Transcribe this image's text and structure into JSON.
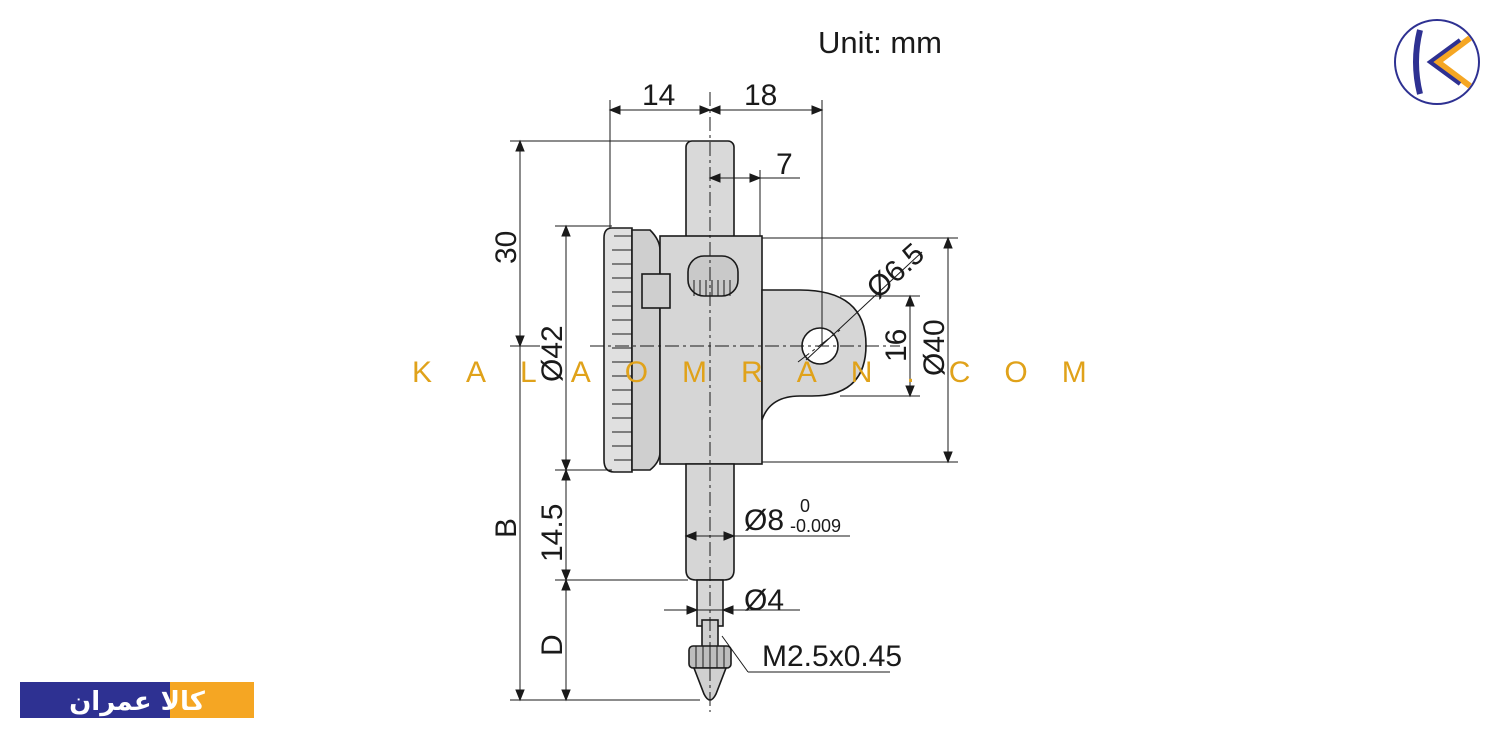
{
  "unit_label": "Unit: mm",
  "dimensions": {
    "top_left_width": "14",
    "top_right_width": "18",
    "stem_offset": "7",
    "total_height_top": "30",
    "dial_diameter": "Ø42",
    "lug_hole_diameter": "Ø6.5",
    "lug_offset": "16",
    "back_diameter": "Ø40",
    "stem_length": "14.5",
    "stem_diameter": "Ø8",
    "stem_tol_upper": "0",
    "stem_tol_lower": "-0.009",
    "spindle_diameter": "Ø4",
    "thread": "M2.5x0.45",
    "label_b": "B",
    "label_d": "D"
  },
  "watermark": "KALAOMRAN.COM",
  "brand": {
    "logo_text": "کالا عمران",
    "accent_color": "#f5a623",
    "primary_color": "#2e3192"
  },
  "icons": {
    "top_right_logo": "kalaomran-k-logo-icon"
  }
}
